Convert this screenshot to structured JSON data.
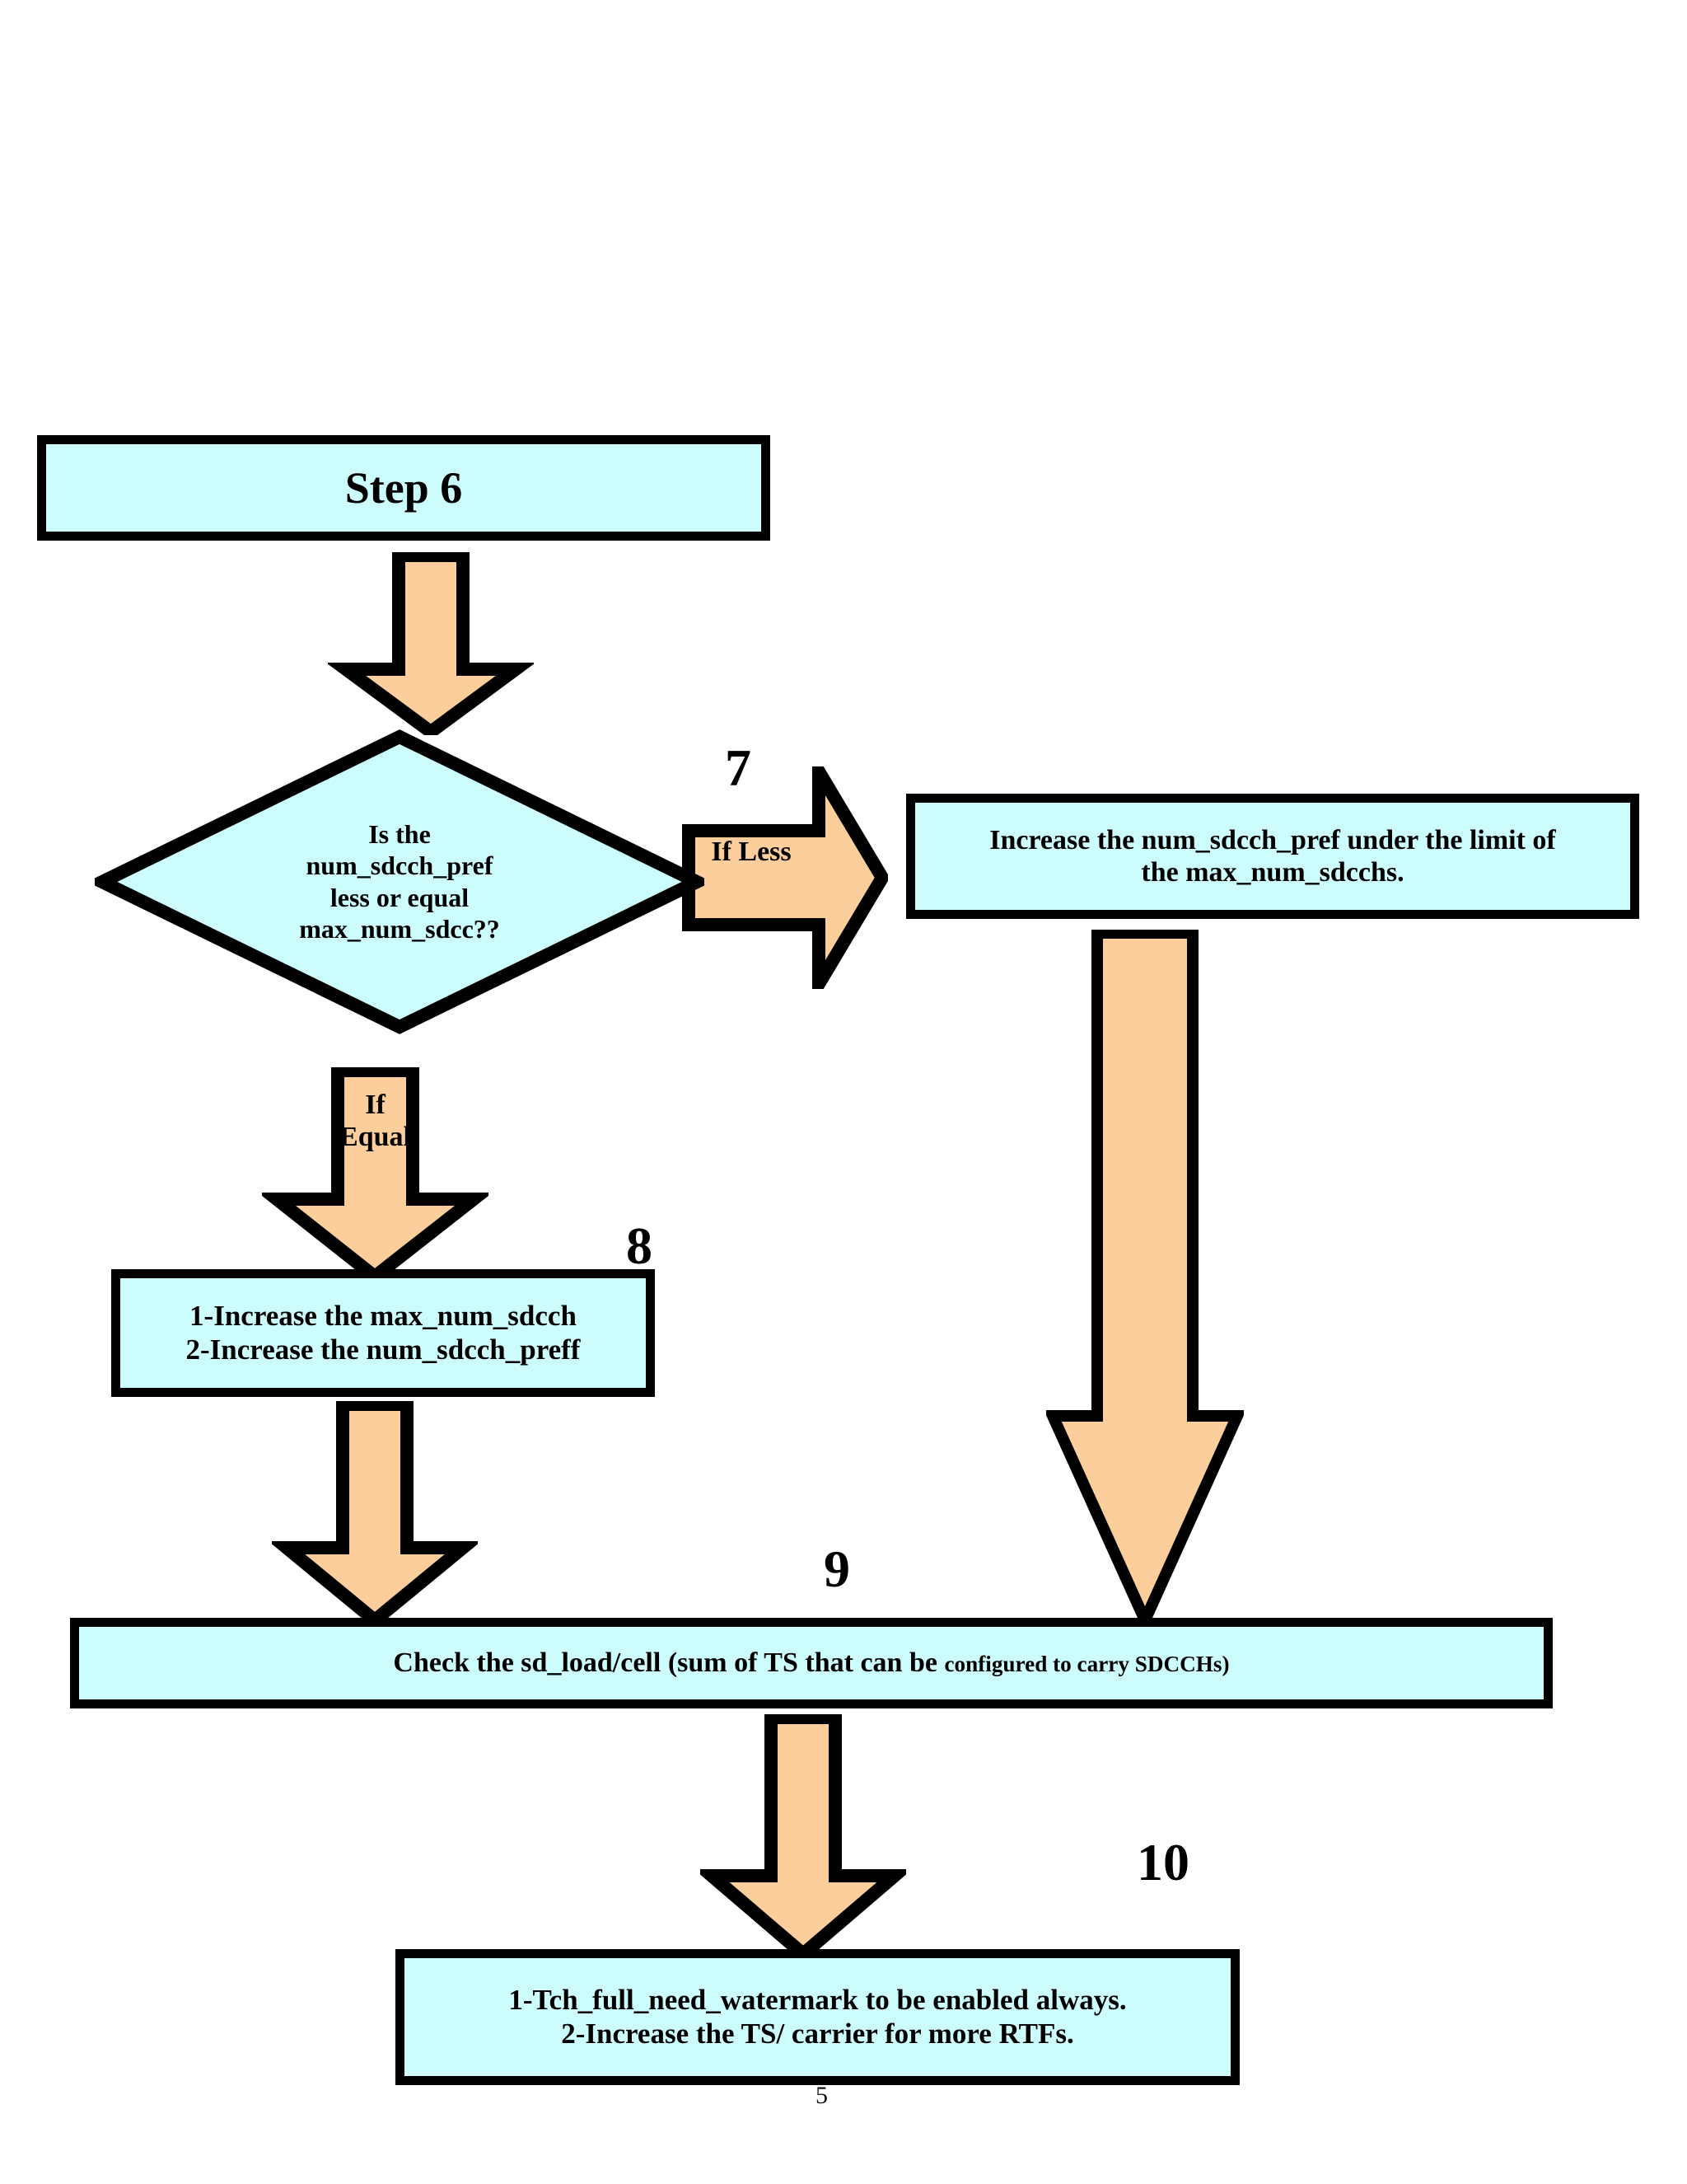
{
  "page": {
    "page_number": "5",
    "colors": {
      "box_fill": "#CCFCFC",
      "arrow_fill": "#FBCE9B",
      "outline": "#000000",
      "background": "#FFFFFF"
    }
  },
  "nodes": {
    "step6": {
      "label": "Step 6",
      "shape": "process-box"
    },
    "decision": {
      "lines": [
        "Is the",
        "num_sdcch_pref",
        "less or equal",
        "max_num_sdcc??"
      ],
      "shape": "decision-diamond"
    },
    "step7": {
      "number": "7",
      "lines": [
        "Increase the num_sdcch_pref under the limit of",
        "the max_num_sdcchs."
      ],
      "shape": "process-box"
    },
    "step8": {
      "number": "8",
      "lines": [
        "1-Increase the max_num_sdcch",
        "2-Increase the num_sdcch_preff"
      ],
      "shape": "process-box"
    },
    "step9": {
      "number": "9",
      "text_large": "Check the sd_load/cell (sum of TS that can be ",
      "text_small": "configured to carry SDCCHs)",
      "shape": "process-box"
    },
    "step10": {
      "number": "10",
      "lines": [
        "1-Tch_full_need_watermark to be enabled always.",
        "2-Increase the TS/ carrier for more RTFs."
      ],
      "shape": "process-box"
    }
  },
  "connectors": {
    "step6_to_decision": {
      "label": "",
      "direction": "down",
      "icon": "down-block-arrow-icon"
    },
    "decision_if_less": {
      "label": "If Less",
      "direction": "right",
      "icon": "right-block-arrow-icon"
    },
    "decision_if_equal": {
      "label_line1": "If",
      "label_line2": "Equal",
      "direction": "down",
      "icon": "down-block-arrow-icon"
    },
    "step8_to_step9": {
      "label": "",
      "direction": "down",
      "icon": "down-block-arrow-icon"
    },
    "step7_to_step9": {
      "label": "",
      "direction": "down",
      "icon": "down-block-arrow-icon"
    },
    "step9_to_step10": {
      "label": "",
      "direction": "down",
      "icon": "down-block-arrow-icon"
    }
  }
}
